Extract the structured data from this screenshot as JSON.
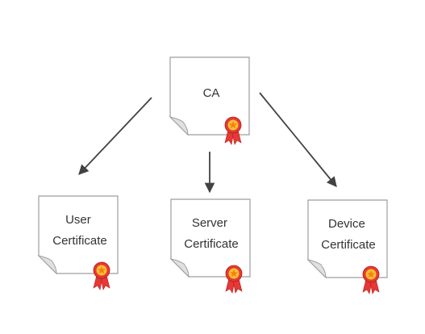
{
  "nodes": {
    "ca": {
      "lines": [
        "CA"
      ]
    },
    "user": {
      "lines": [
        "User",
        "Certificate"
      ]
    },
    "server": {
      "lines": [
        "Server",
        "Certificate"
      ]
    },
    "device": {
      "lines": [
        "Device",
        "Certificate"
      ]
    }
  },
  "colors": {
    "paper_fill": "#ffffff",
    "paper_stroke": "#9e9e9e",
    "arrow": "#424242",
    "ribbon": "#e53935",
    "seal_ring": "#e53935",
    "seal_core": "#fbc02d",
    "text": "#333333"
  },
  "icons": {
    "document": "certificate-document-icon",
    "seal": "award-ribbon-icon"
  }
}
